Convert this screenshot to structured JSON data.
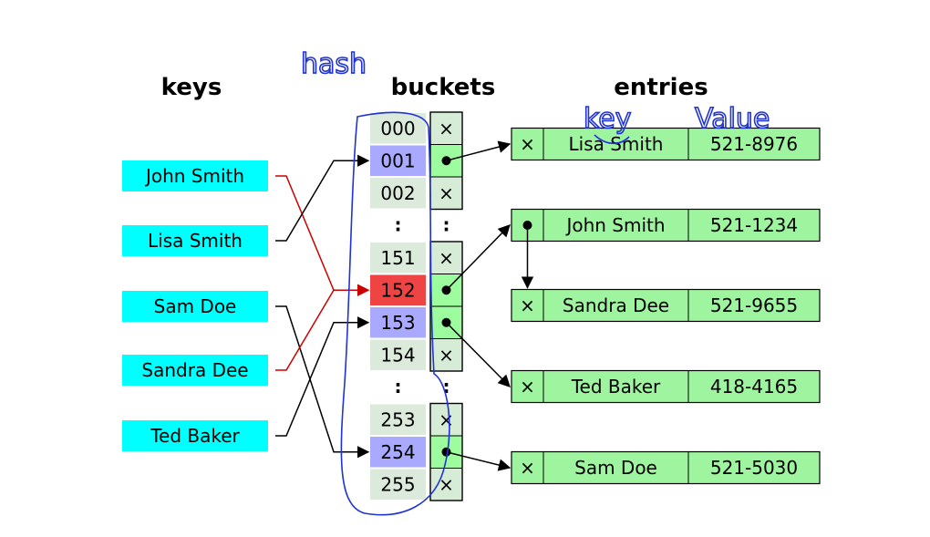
{
  "headings": {
    "keys": "keys",
    "buckets": "buckets",
    "entries": "entries"
  },
  "keys": [
    "John Smith",
    "Lisa Smith",
    "Sam Doe",
    "Sandra Dee",
    "Ted Baker"
  ],
  "buckets": [
    {
      "index": "000",
      "state": "empty"
    },
    {
      "index": "001",
      "state": "used"
    },
    {
      "index": "002",
      "state": "empty"
    },
    {
      "index": ":",
      "state": "ellipsis"
    },
    {
      "index": "151",
      "state": "empty"
    },
    {
      "index": "152",
      "state": "collision"
    },
    {
      "index": "153",
      "state": "used"
    },
    {
      "index": "154",
      "state": "empty"
    },
    {
      "index": ":",
      "state": "ellipsis"
    },
    {
      "index": "253",
      "state": "empty"
    },
    {
      "index": "254",
      "state": "used"
    },
    {
      "index": "255",
      "state": "empty"
    }
  ],
  "null_symbol": "×",
  "entries": [
    {
      "key": "Lisa Smith",
      "value": "521-8976"
    },
    {
      "key": "John Smith",
      "value": "521-1234"
    },
    {
      "key": "Sandra Dee",
      "value": "521-9655"
    },
    {
      "key": "Ted Baker",
      "value": "418-4165"
    },
    {
      "key": "Sam Doe",
      "value": "521-5030"
    }
  ],
  "key_to_bucket": [
    {
      "key": "John Smith",
      "bucket": "152",
      "collision": true
    },
    {
      "key": "Lisa Smith",
      "bucket": "001",
      "collision": false
    },
    {
      "key": "Sam Doe",
      "bucket": "254",
      "collision": false
    },
    {
      "key": "Sandra Dee",
      "bucket": "152",
      "collision": true
    },
    {
      "key": "Ted Baker",
      "bucket": "153",
      "collision": false
    }
  ],
  "bucket_to_entry": [
    {
      "bucket": "001",
      "entry": "Lisa Smith"
    },
    {
      "bucket": "152",
      "entry": "John Smith"
    },
    {
      "bucket": "153",
      "entry": "Ted Baker"
    },
    {
      "bucket": "254",
      "entry": "Sam Doe"
    }
  ],
  "chains": [
    {
      "from": "John Smith",
      "to": "Sandra Dee"
    }
  ],
  "handwritten": {
    "hash": "hash",
    "key": "key",
    "value": "Value"
  },
  "colors": {
    "key_box": "#00ffff",
    "bucket_empty": "#dbeadb",
    "bucket_used": "#a9a9ff",
    "bucket_collision": "#ee4444",
    "pointer_cell": "#9dfc9d",
    "null_cell": "#d6ecd6",
    "entry": "#9ff59f",
    "collision_line": "#cc0000",
    "ink": "#1f33d6"
  }
}
